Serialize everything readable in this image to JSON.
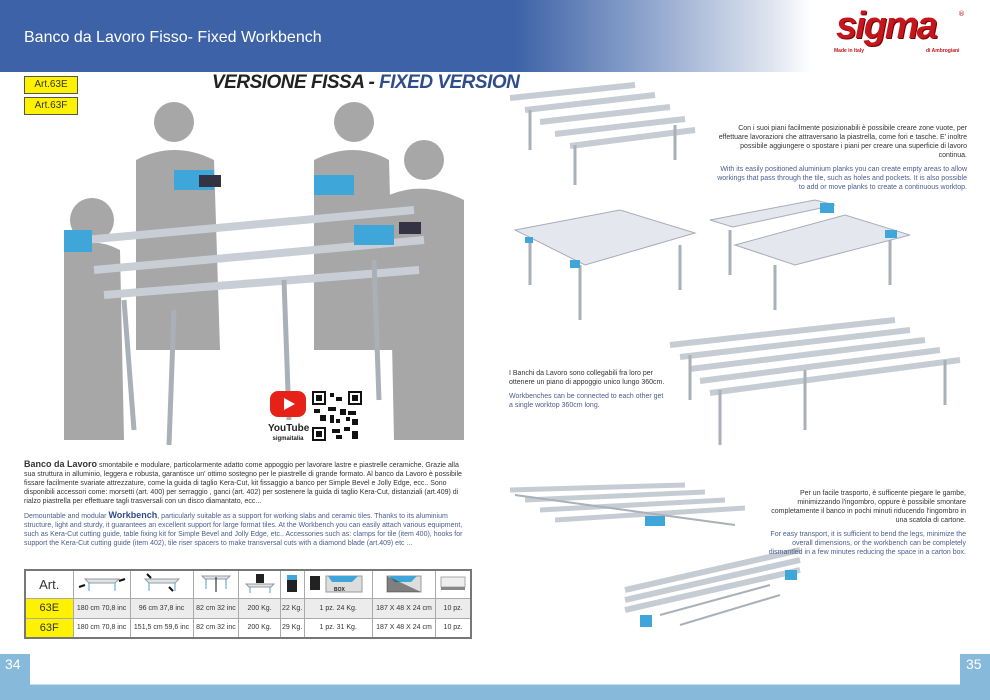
{
  "header": {
    "title": "Banco da Lavoro Fisso- Fixed Workbench"
  },
  "logo": {
    "brand": "sigma",
    "made_in": "Made in Italy",
    "maker": "di Ambrogiani",
    "registered": "®"
  },
  "articles": [
    "Art.63E",
    "Art.63F"
  ],
  "headline": {
    "it": "VERSIONE FISSA - ",
    "en": "FIXED VERSION"
  },
  "video": {
    "platform": "YouTube",
    "channel": "sigmaitalia"
  },
  "description": {
    "it_bold": "Banco da Lavoro",
    "it": " smontabile e modulare, particolarmente adatto come appoggio per lavorare lastre e piastrelle ceramiche.  Grazie alla sua struttura in alluminio, leggera e robusta, garantisce un' ottimo sostegno per le piastrelle di grande formato. Al banco da Lavoro è possibile fissare facilmente svariate attrezzature, come la guida di taglio Kera-Cut, kit fissaggio a banco per Simple Bevel e Jolly Edge, ecc..  Sono disponibili accessori come: morsetti (art. 400) per serraggio , ganci (art. 402) per sostenere la guida di taglio Kera-Cut,  distanziali (art.409) di rialzo piastrella per effettuare tagli trasversali con un disco diamantato, ecc...",
    "en_pre": "Demountable and modular ",
    "en_bold": "Workbench",
    "en": ", particularly suitable as a support for working slabs and ceramic tiles.  Thanks to its  aluminium structure, light and sturdy, it guarantees an excellent support for large format tiles. At the Workbench you can easily attach various equipment, such as Kera-Cut cutting guide, table fixing kit for Simple Bevel and Jolly Edge, etc..  Accessories such as: clamps for tile (item 400), hooks for support the Kera-Cut cutting guide (item 402), tile riser spacers to make transversal cuts with a diamond blade (art.409) etc ..."
  },
  "table": {
    "header": "Art.",
    "rows": [
      {
        "code": "63E",
        "cells": [
          "180 cm   70,8 inc",
          "96 cm     37,8 inc",
          "82 cm   32 inc",
          "200  Kg.",
          "22  Kg.",
          "1 pz.  24  Kg.",
          "187 X 48 X 24 cm",
          "10 pz."
        ]
      },
      {
        "code": "63F",
        "cells": [
          "180 cm   70,8 inc",
          "151,5 cm  59,6 inc",
          "82 cm   32 inc",
          "200  Kg.",
          "29  Kg.",
          "1 pz.  31  Kg.",
          "187 X 48 X 24 cm",
          "10 pz."
        ]
      }
    ],
    "box_label": "BOX"
  },
  "side_texts": {
    "planks_it": "Con i suoi piani facilmente posizionabili è possibile creare zone vuote, per effettuare lavorazioni che attraversano la piastrella, come fori e tasche. E' inoltre possibile aggiungere o spostare i piani per creare una superficie di lavoro continua.",
    "planks_en": "With its easily positioned aluminium planks you can create empty areas to allow workings that pass through the tile, such as holes and pockets. It is also possible to add or move planks to create a continuous worktop.",
    "connect_it": "I Banchi  da Lavoro sono collegabili fra loro per ottenere un piano di appoggio unico lungo 360cm.",
    "connect_en": "Workbenches can be connected to each other get a single worktop 360cm long.",
    "transport_it": "Per un facile trasporto, è sufficente piegare le gambe, minimizzando l'ingombro, oppure è possibile smontare completamente il banco in pochi minuti riducendo l'ingombro in una scatola di cartone.",
    "transport_en": "For easy transport, it is sufficient to bend the legs, minimize the overall dimensions, or the workbench can be completely dismantled in a few minutes reducing the space in a carton box."
  },
  "pages": {
    "left": "34",
    "right": "35"
  },
  "colors": {
    "header_blue": "#3d62a7",
    "yellow": "#fff200",
    "footer_blue": "#86b9da",
    "logo_red": "#c4161c"
  }
}
